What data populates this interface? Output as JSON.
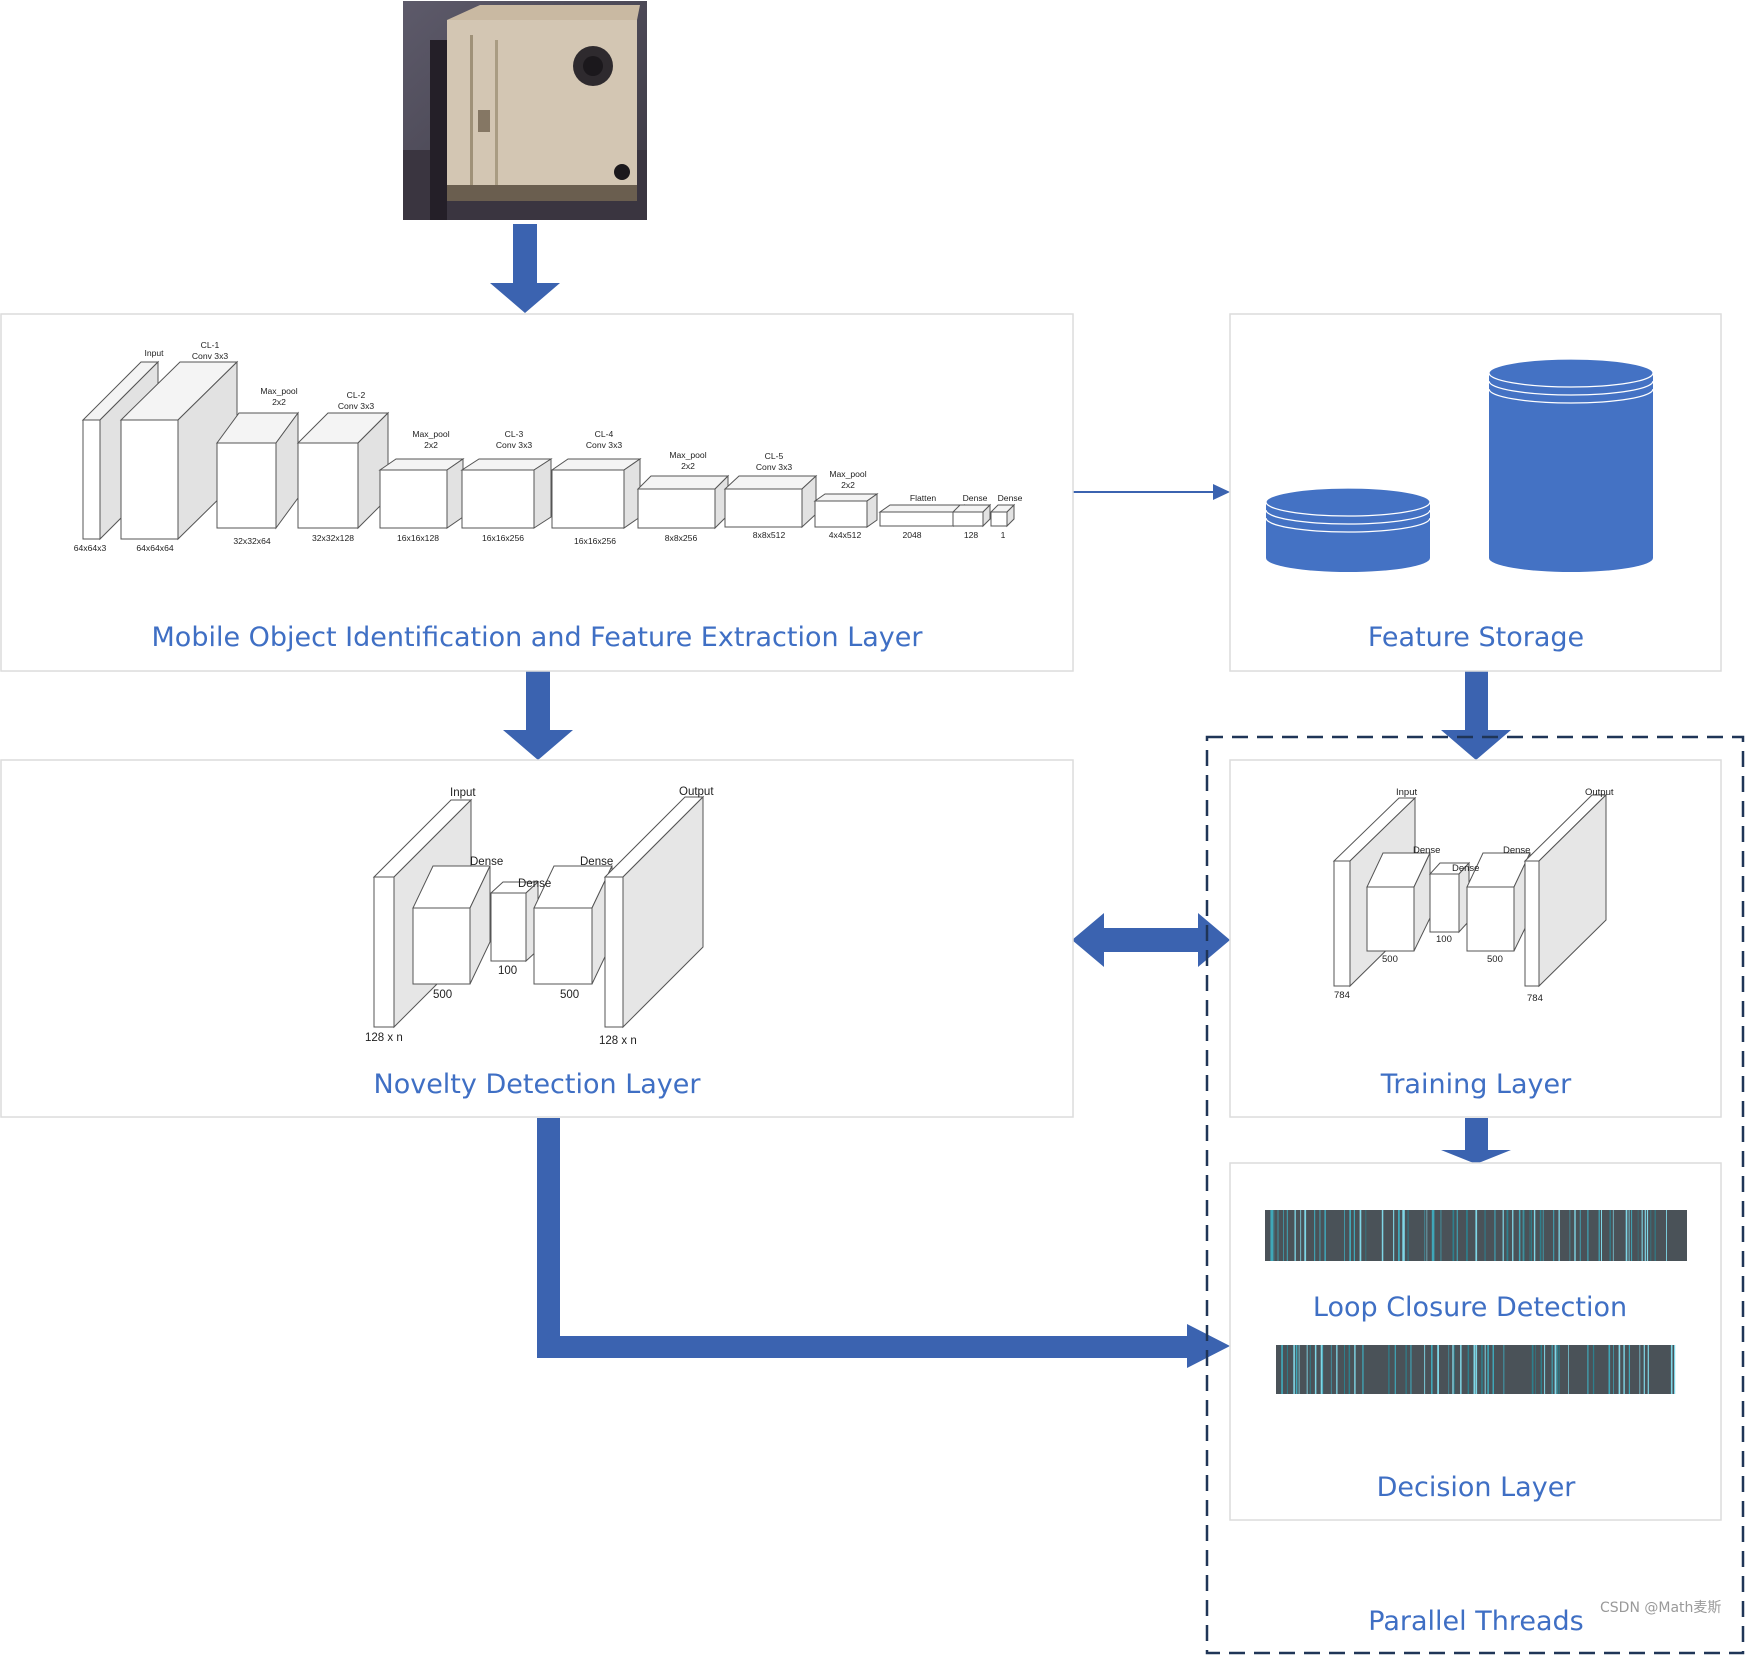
{
  "colors": {
    "accent": "#3f6fc4",
    "arrow": "#3b63b0",
    "panel_border": "#dcdcdc",
    "dashed": "#1f3557"
  },
  "panels": {
    "feature_extraction": "Mobile Object Identification and Feature Extraction Layer",
    "feature_storage": "Feature Storage",
    "novelty": "Novelty Detection Layer",
    "training": "Training Layer",
    "loop_closure": "Loop Closure Detection",
    "decision": "Decision Layer",
    "parallel": "Parallel Threads"
  },
  "cnn": {
    "blocks": [
      {
        "top": "",
        "bottom": "64x64x3"
      },
      {
        "top": "Input",
        "bottom": "64x64x64"
      },
      {
        "top": "CL-1|Conv 3x3",
        "bottom": "32x32x64"
      },
      {
        "top": "Max_pool|2x2",
        "bottom": "32x32x128"
      },
      {
        "top": "CL-2|Conv 3x3",
        "bottom": "16x16x128"
      },
      {
        "top": "Max_pool|2x2",
        "bottom": "16x16x256"
      },
      {
        "top": "CL-3|Conv 3x3",
        "bottom": "16x16x256"
      },
      {
        "top": "CL-4|Conv 3x3",
        "bottom": "8x8x256"
      },
      {
        "top": "Max_pool|2x2",
        "bottom": "8x8x512"
      },
      {
        "top": "CL-5|Conv 3x3",
        "bottom": "4x4x512"
      },
      {
        "top": "Max_pool|2x2",
        "bottom": "2048"
      },
      {
        "top": "Flatten",
        "bottom": "128"
      },
      {
        "top": "Dense",
        "bottom": "1"
      },
      {
        "top": "Dense",
        "bottom": ""
      }
    ]
  },
  "novelty_ae": {
    "input": "Input",
    "output": "Output",
    "dense_left": "Dense",
    "dense_mid": "Dense",
    "dense_right": "Dense",
    "n_left": "500",
    "n_mid": "100",
    "n_right": "500",
    "in_size": "128 x n",
    "out_size": "128 x n"
  },
  "training_ae": {
    "input": "Input",
    "output": "Output",
    "dense_left": "Dense",
    "dense_mid": "Dense",
    "dense_right": "Dense",
    "n_left": "500",
    "n_mid": "100",
    "n_right": "500",
    "in_size": "784",
    "out_size": "784"
  },
  "watermark": "CSDN @Math麦斯"
}
